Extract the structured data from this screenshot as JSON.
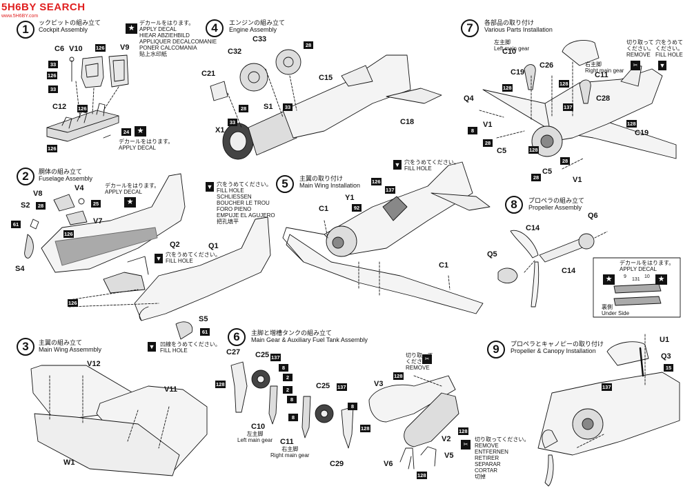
{
  "watermark": {
    "title": "5H6BY SEARCH",
    "sub": "www.5H6BY.com"
  },
  "steps": [
    {
      "num": "1",
      "jp": "ックピットの組み立て",
      "en": "Cockpit Assembly"
    },
    {
      "num": "2",
      "jp": "胴体の組み立て",
      "en": "Fuselage Assembly"
    },
    {
      "num": "3",
      "jp": "主翼の組み立て",
      "en": "Main Wing Assemmbly"
    },
    {
      "num": "4",
      "jp": "エンジンの組み立て",
      "en": "Engine Assembly"
    },
    {
      "num": "5",
      "jp": "主翼の取り付け",
      "en": "Main Wing Installation"
    },
    {
      "num": "6",
      "jp": "主脚と増槽タンクの組み立て",
      "en": "Main Gear & Auxiliary Fuel Tank Assembly"
    },
    {
      "num": "7",
      "jp": "各部品の取り付け",
      "en": "Various Parts Installation"
    },
    {
      "num": "8",
      "jp": "プロペラの組み立て",
      "en": "Propeller Assembly"
    },
    {
      "num": "9",
      "jp": "プロペラとキャノピーの取り付け",
      "en": "Propeller & Canopy Installation"
    }
  ],
  "notes": {
    "decal_multi": "デカールをはります。\nAPPLY DECAL\nHIEAR ABZIEHBILD\nAPPLIQUER DECALCOMANIE\nPONER CALCOMANIA\n貼上水印紙",
    "decal_24": "デカールをはります。\nAPPLY DECAL",
    "decal_step2": "デカールをはります。\nAPPLY DECAL",
    "fill_hole_multi": "穴をうめてください。\nFILL HOLE\nSCHLIESSEN\nBOUCHER LE TROU\nFORO PIENO\nEMPUJE EL AGUJERO\n把孔填平",
    "fill_hole_q2": "穴をうめてください。\nFILL HOLE",
    "fill_hole_s5": "凹線をうめてください。\nFILL HOLE",
    "fill_hole_step5": "穴をうめてください。\nFILL HOLE",
    "remove_step6": "切り取って\nください。\nREMOVE",
    "remove_multi": "切り取ってください。\nREMOVE\nENTFERNEN\nRETIRER\nSEPARAR\nCORTAR\n切掉",
    "step7_remove": "切り取って\nください。\nREMOVE",
    "step7_fill": "穴をうめて\nください。\nFILL HOLE",
    "left_gear": "左主脚\nLeft main gear",
    "right_gear": "右主脚\nRight main gear",
    "step8_decal": "デカールをはります。\nAPPLY DECAL",
    "underside": "裏側\nUnder Side",
    "c10_sub": "左主脚\nLeft main gear",
    "c11_sub": "右主脚\nRight main gear"
  },
  "labels": {
    "c6": "C6",
    "v10": "V10",
    "v9": "V9",
    "c12": "C12",
    "v8": "V8",
    "v4": "V4",
    "s2": "S2",
    "v7": "V7",
    "s4": "S4",
    "q2": "Q2",
    "q1": "Q1",
    "s5": "S5",
    "v12": "V12",
    "v11": "V11",
    "w1": "W1",
    "c33": "C33",
    "c32": "C32",
    "c21": "C21",
    "s1": "S1",
    "x1": "X1",
    "c15": "C15",
    "c18": "C18",
    "y1": "Y1",
    "c1a": "C1",
    "c1b": "C1",
    "c27": "C27",
    "c25a": "C25",
    "c25b": "C25",
    "c10": "C10",
    "c11": "C11",
    "c29": "C29",
    "v3": "V3",
    "v2": "V2",
    "v5": "V5",
    "v6": "V6",
    "c10b": "C10",
    "c19a": "C19",
    "c26": "C26",
    "c11b": "C11",
    "c28": "C28",
    "q4": "Q4",
    "v1a": "V1",
    "c5a": "C5",
    "c5b": "C5",
    "v1b": "V1",
    "c19b": "C19",
    "c14a": "C14",
    "q6": "Q6",
    "q5": "Q5",
    "c14b": "C14",
    "u1": "U1",
    "q3": "Q3"
  },
  "partnums": {
    "p126a": "126",
    "p126b": "126",
    "p33a": "33",
    "p33b": "33",
    "p126c": "126",
    "p126d": "126",
    "p24": "24",
    "p28a": "28",
    "p25": "25",
    "p61a": "61",
    "p126e": "126",
    "p126f": "126",
    "p61b": "61",
    "p28b": "28",
    "p28c": "28",
    "p33c": "33",
    "p33d": "33",
    "p126g": "126",
    "p137a": "137",
    "p92": "92",
    "p137b": "137",
    "p8a": "8",
    "p128a": "128",
    "p2a": "2",
    "p8b": "8",
    "p8c": "8",
    "p2b": "2",
    "p137c": "137",
    "p8d": "8",
    "p128b": "128",
    "p128c": "128",
    "p128d": "128",
    "p128e": "128",
    "p128f": "128",
    "p128g": "128",
    "p128h": "128",
    "p28d": "28",
    "p28e": "28",
    "p8e": "8",
    "p128i": "128",
    "p28f": "28",
    "p137d": "137",
    "p9": "9",
    "p131": "131",
    "p10": "10",
    "p137e": "137",
    "p15": "15"
  }
}
